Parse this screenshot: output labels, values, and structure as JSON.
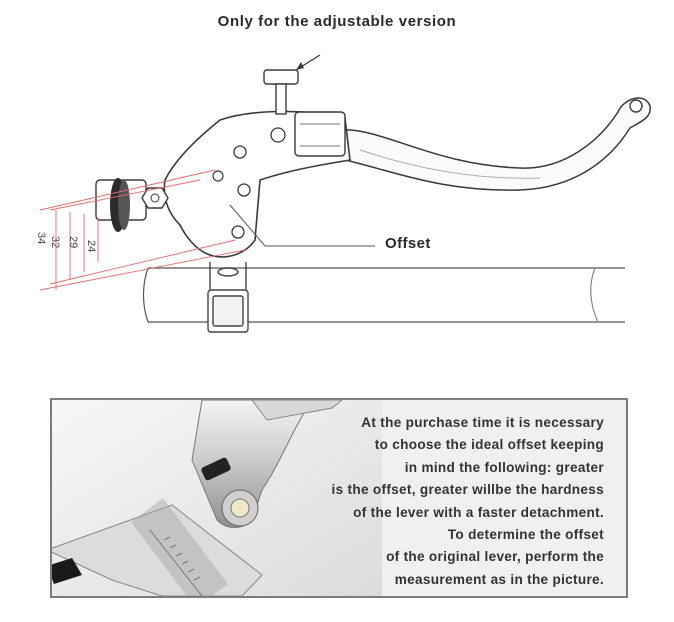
{
  "top_caption": "Only for the adjustable version",
  "offset_label": "Offset",
  "dimensions": [
    "34",
    "32",
    "29",
    "24"
  ],
  "info_lines": [
    "At the purchase time it is necessary",
    "to choose the ideal offset keeping",
    "in mind the following: greater",
    "is the offset, greater willbe the hardness",
    "of the lever with a faster detachment.",
    "To determine the offset",
    "of the original lever, perform the",
    "measurement as in the picture."
  ],
  "colors": {
    "dimension_lines": "#e46b6b",
    "box_border": "#7c7c7c",
    "text": "#333333"
  }
}
